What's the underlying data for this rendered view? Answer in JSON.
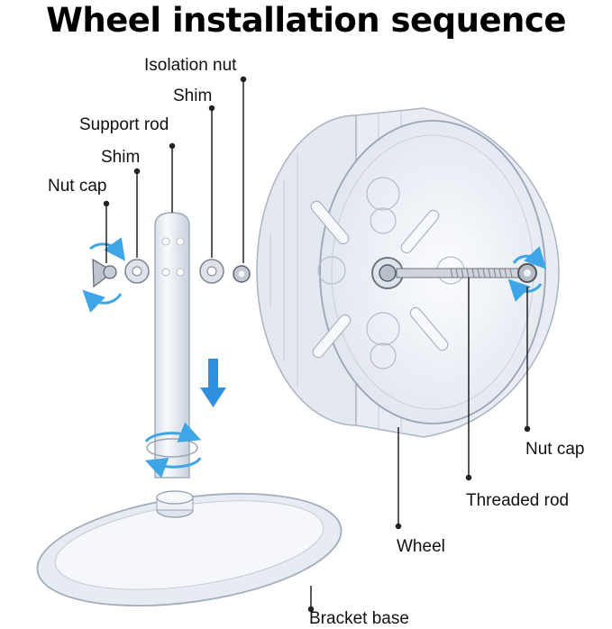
{
  "title": "Wheel installation sequence",
  "labels": {
    "isolation_nut": "Isolation nut",
    "shim_right": "Shim",
    "support_rod": "Support rod",
    "shim_left": "Shim",
    "nut_cap_left": "Nut cap",
    "nut_cap_right": "Nut cap",
    "threaded_rod": "Threaded rod",
    "wheel": "Wheel",
    "bracket_base": "Bracket base"
  },
  "colors": {
    "rotation_arrow": "#3ea6e6",
    "down_arrow": "#2f8fe0",
    "plastic_outline": "#a9b3c2",
    "plastic_fill": "#eef2f7",
    "leader_line": "#222222"
  }
}
